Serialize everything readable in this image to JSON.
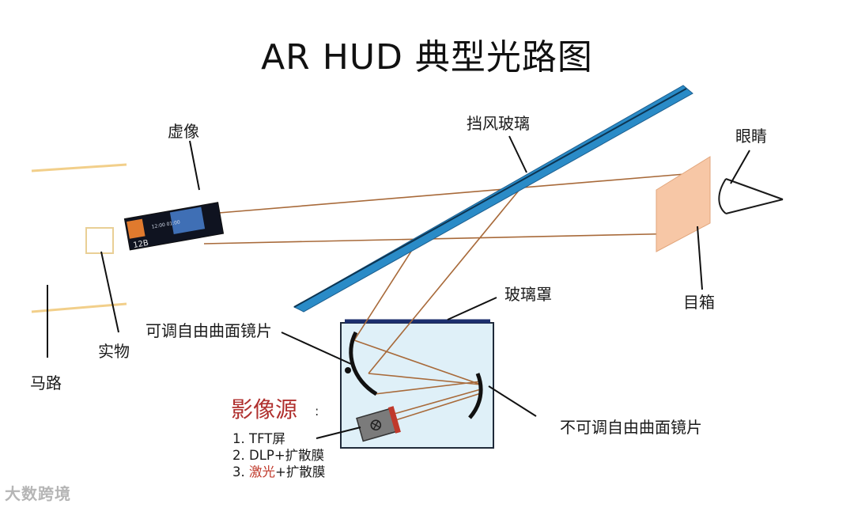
{
  "title": "AR HUD 典型光路图",
  "labels": {
    "virtual_image": "虚像",
    "windshield": "挡风玻璃",
    "eye": "眼睛",
    "eyebox": "目箱",
    "glass_cover": "玻璃罩",
    "adjustable_mirror": "可调自由曲面镜片",
    "fixed_mirror": "不可调自由曲面镜片",
    "real_object": "实物",
    "road": "马路"
  },
  "image_source": {
    "title": "影像源",
    "colon": ":",
    "items": [
      {
        "num": "1.",
        "text": "TFT屏"
      },
      {
        "num": "2.",
        "text": "DLP+扩散膜"
      },
      {
        "num": "3.",
        "highlight": "激光",
        "text": "+扩散膜"
      }
    ]
  },
  "virtual_image_screen": {
    "sign_text": "12B",
    "small_text": "12:00 01:00"
  },
  "watermark": "大数跨境",
  "colors": {
    "windshield": "#2a8bc7",
    "light_path": "#a86a3a",
    "road_line": "#f2cf8a",
    "eyebox_fill": "#f7c7a6",
    "housing_fill": "#dff0f8",
    "housing_border": "#1f2a3a",
    "cover": "#1c2f6e",
    "source_title": "#b0302e"
  }
}
